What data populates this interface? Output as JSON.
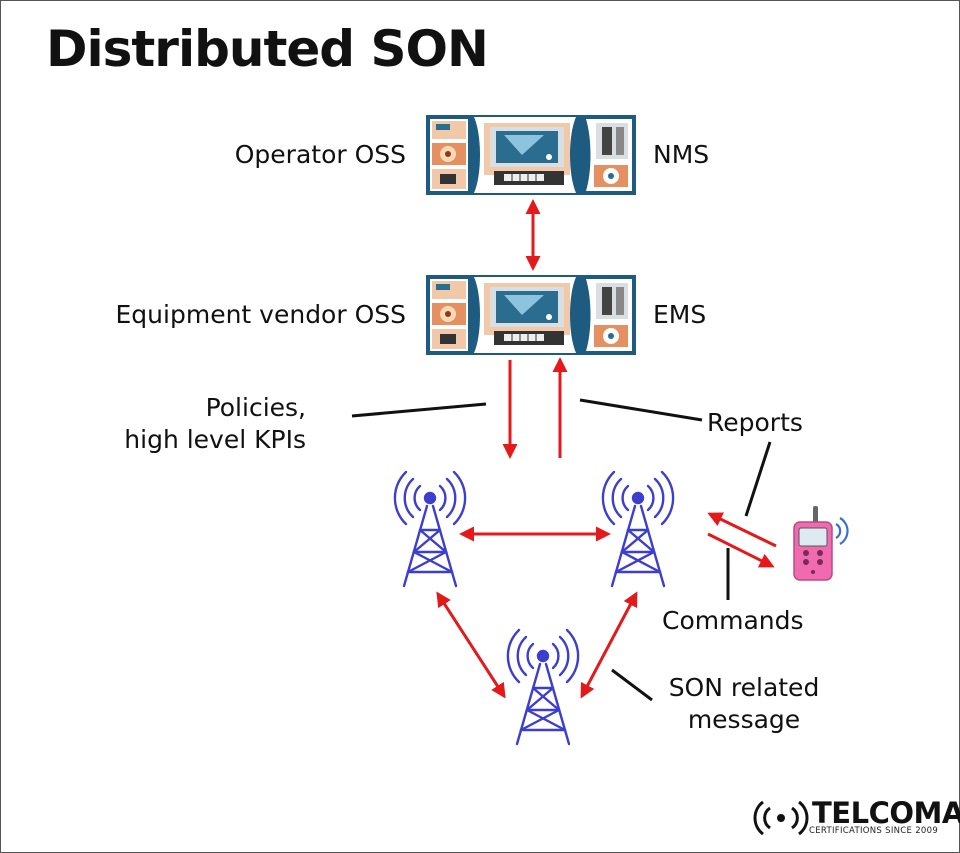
{
  "title": "Distributed SON",
  "nodes": {
    "top": {
      "left_label": "Operator OSS",
      "right_label": "NMS"
    },
    "middle": {
      "left_label": "Equipment vendor OSS",
      "right_label": "EMS"
    }
  },
  "annotations": {
    "policies_line1": "Policies,",
    "policies_line2": "high level KPIs",
    "reports": "Reports",
    "commands": "Commands",
    "son_line1": "SON related",
    "son_line2": "message"
  },
  "brand": {
    "name": "TELCOMA",
    "tagline": "CERTIFICATIONS SINCE 2009"
  },
  "colors": {
    "arrow": "#e3191c",
    "tower": "#3b3ecf",
    "phone": "#f06ab0"
  },
  "icons": [
    "computer-workstation-icon",
    "cell-tower-icon",
    "mobile-phone-icon",
    "signal-waves-icon"
  ]
}
